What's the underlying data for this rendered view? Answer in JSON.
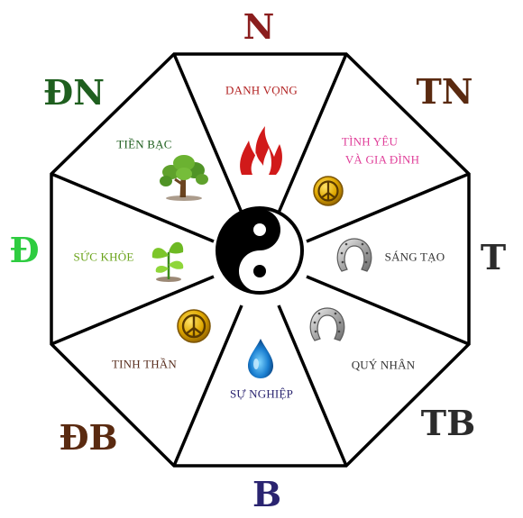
{
  "directions": {
    "n": {
      "text": "N",
      "color": "#8b1e1e"
    },
    "tn": {
      "text": "TN",
      "color": "#5a2a10"
    },
    "t": {
      "text": "T",
      "color": "#2b2b2b"
    },
    "tb": {
      "text": "TB",
      "color": "#2b2b2b"
    },
    "b": {
      "text": "B",
      "color": "#2a2470"
    },
    "db": {
      "text": "ĐB",
      "color": "#5a2a10"
    },
    "d": {
      "text": "Đ",
      "color": "#2ecc40"
    },
    "dn": {
      "text": "ĐN",
      "color": "#1f5f1f"
    }
  },
  "sectors": {
    "danh_vong": {
      "label": "DANH VỌNG",
      "color": "#b22222",
      "icon": "fire-icon"
    },
    "tinh_yeu": {
      "line1": "TÌNH YÊU",
      "line2": "VÀ GIA ĐÌNH",
      "color": "#e0409a",
      "icon": "peace-icon"
    },
    "sang_tao": {
      "label": "SÁNG TẠO",
      "color": "#333333",
      "icon": "horseshoe-icon"
    },
    "quy_nhan": {
      "label": "QUÝ NHÂN",
      "color": "#333333",
      "icon": "horseshoe-icon"
    },
    "su_nghiep": {
      "label": "SỰ NGHIỆP",
      "color": "#2a2470",
      "icon": "water-drop-icon"
    },
    "tinh_than": {
      "label": "TINH THẦN",
      "color": "#5a3020",
      "icon": "peace-icon"
    },
    "suc_khoe": {
      "label": "SỨC KHỎE",
      "color": "#6aa31a",
      "icon": "sprout-icon"
    },
    "tien_bac": {
      "label": "TIỀN BẠC",
      "color": "#1f5f1f",
      "icon": "tree-icon"
    }
  },
  "center": {
    "icon": "yin-yang-icon"
  }
}
